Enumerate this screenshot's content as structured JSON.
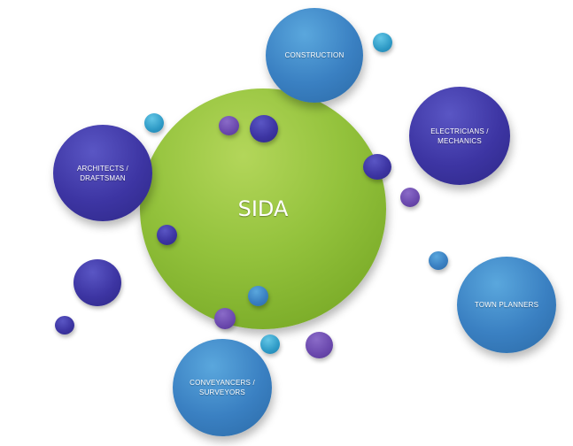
{
  "center": {
    "label": "SIDA"
  },
  "nodes": {
    "construction": {
      "label": "CONSTRUCTION"
    },
    "electricians": {
      "label": "ELECTRICIANS /\nMECHANICS"
    },
    "architects": {
      "label": "ARCHITECTS /\nDRAFTSMAN"
    },
    "town_planners": {
      "label": "TOWN PLANNERS"
    },
    "conveyancers": {
      "label": "CONVEYANCERS /\nSURVEYORS"
    }
  },
  "colors": {
    "center": "#93c23c",
    "blue": "#3a80c2",
    "indigo": "#3d35a3",
    "violet": "#6a48ad",
    "teal": "#2e9ac6"
  }
}
